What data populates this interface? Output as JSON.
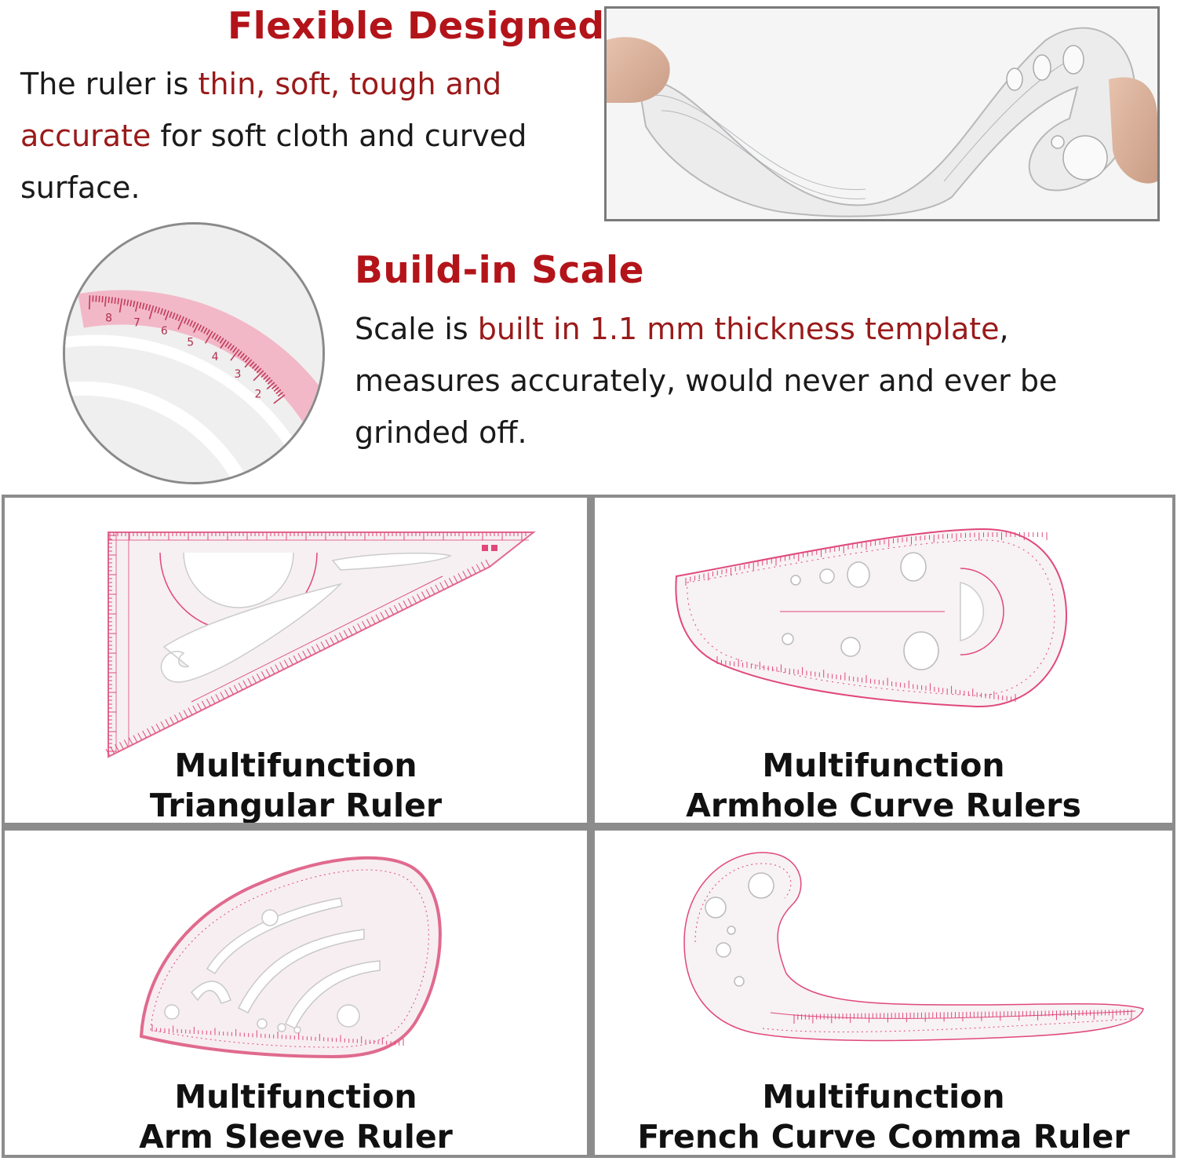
{
  "section_flexible": {
    "title": "Flexible Designed",
    "line1_plain_a": "The ruler is ",
    "line1_highlight": "thin, soft, tough and",
    "line2_highlight": "accurate",
    "line2_plain": " for soft cloth and curved",
    "line3_plain": "surface."
  },
  "section_scale": {
    "title": "Build-in Scale",
    "line1_plain_a": "Scale is ",
    "line1_highlight": "built in 1.1 mm thickness template",
    "line1_plain_b": ",",
    "line2_plain": "measures accurately, would never and ever be",
    "line3_plain": "grinded off."
  },
  "scale_closeup": {
    "tick_numbers": [
      "8",
      "7",
      "6",
      "5",
      "4",
      "3",
      "2"
    ]
  },
  "products": [
    {
      "line1": "Multifunction",
      "line2": "Triangular Ruler"
    },
    {
      "line1": "Multifunction",
      "line2": "Armhole Curve Rulers"
    },
    {
      "line1": "Multifunction",
      "line2": "Arm Sleeve Ruler"
    },
    {
      "line1": "Multifunction",
      "line2": "French Curve Comma Ruler"
    }
  ],
  "colors": {
    "title_red": "#b3141a",
    "highlight_red": "#9a1a1a",
    "ruler_pink": "#e0487a",
    "border_gray": "#8c8c8c"
  }
}
